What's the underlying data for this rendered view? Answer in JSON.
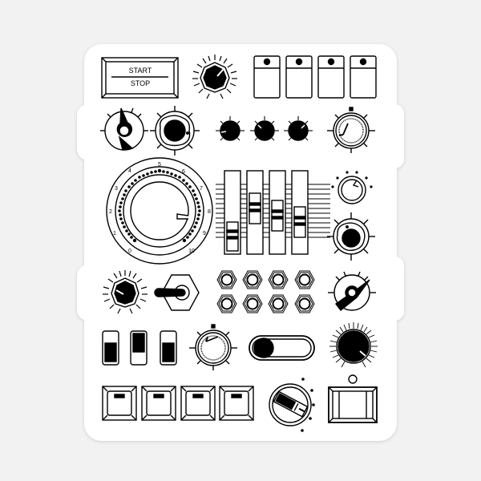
{
  "sticker": {
    "title": "Control Panel Sticker",
    "background": "#f2f2f2",
    "sticker_fill": "#ffffff",
    "ink": "#000000"
  },
  "start_stop": {
    "top_label": "START",
    "bottom_label": "STOP"
  },
  "big_dial": {
    "scale_labels": [
      "0",
      "1",
      "2",
      "3",
      "4",
      "5",
      "6",
      "7",
      "8",
      "9",
      "10"
    ]
  },
  "rocker_switches": {
    "count": 4
  },
  "knobs_row2": {
    "count": 3
  },
  "faders": {
    "count": 4,
    "positions": [
      0.82,
      0.38,
      0.5,
      0.58
    ]
  },
  "jacks": {
    "count": 8
  },
  "slide_switches": {
    "count": 3,
    "states": [
      "down",
      "up",
      "down"
    ]
  },
  "toggle_pill": {
    "state": "left"
  },
  "keycaps": {
    "count": 4
  }
}
